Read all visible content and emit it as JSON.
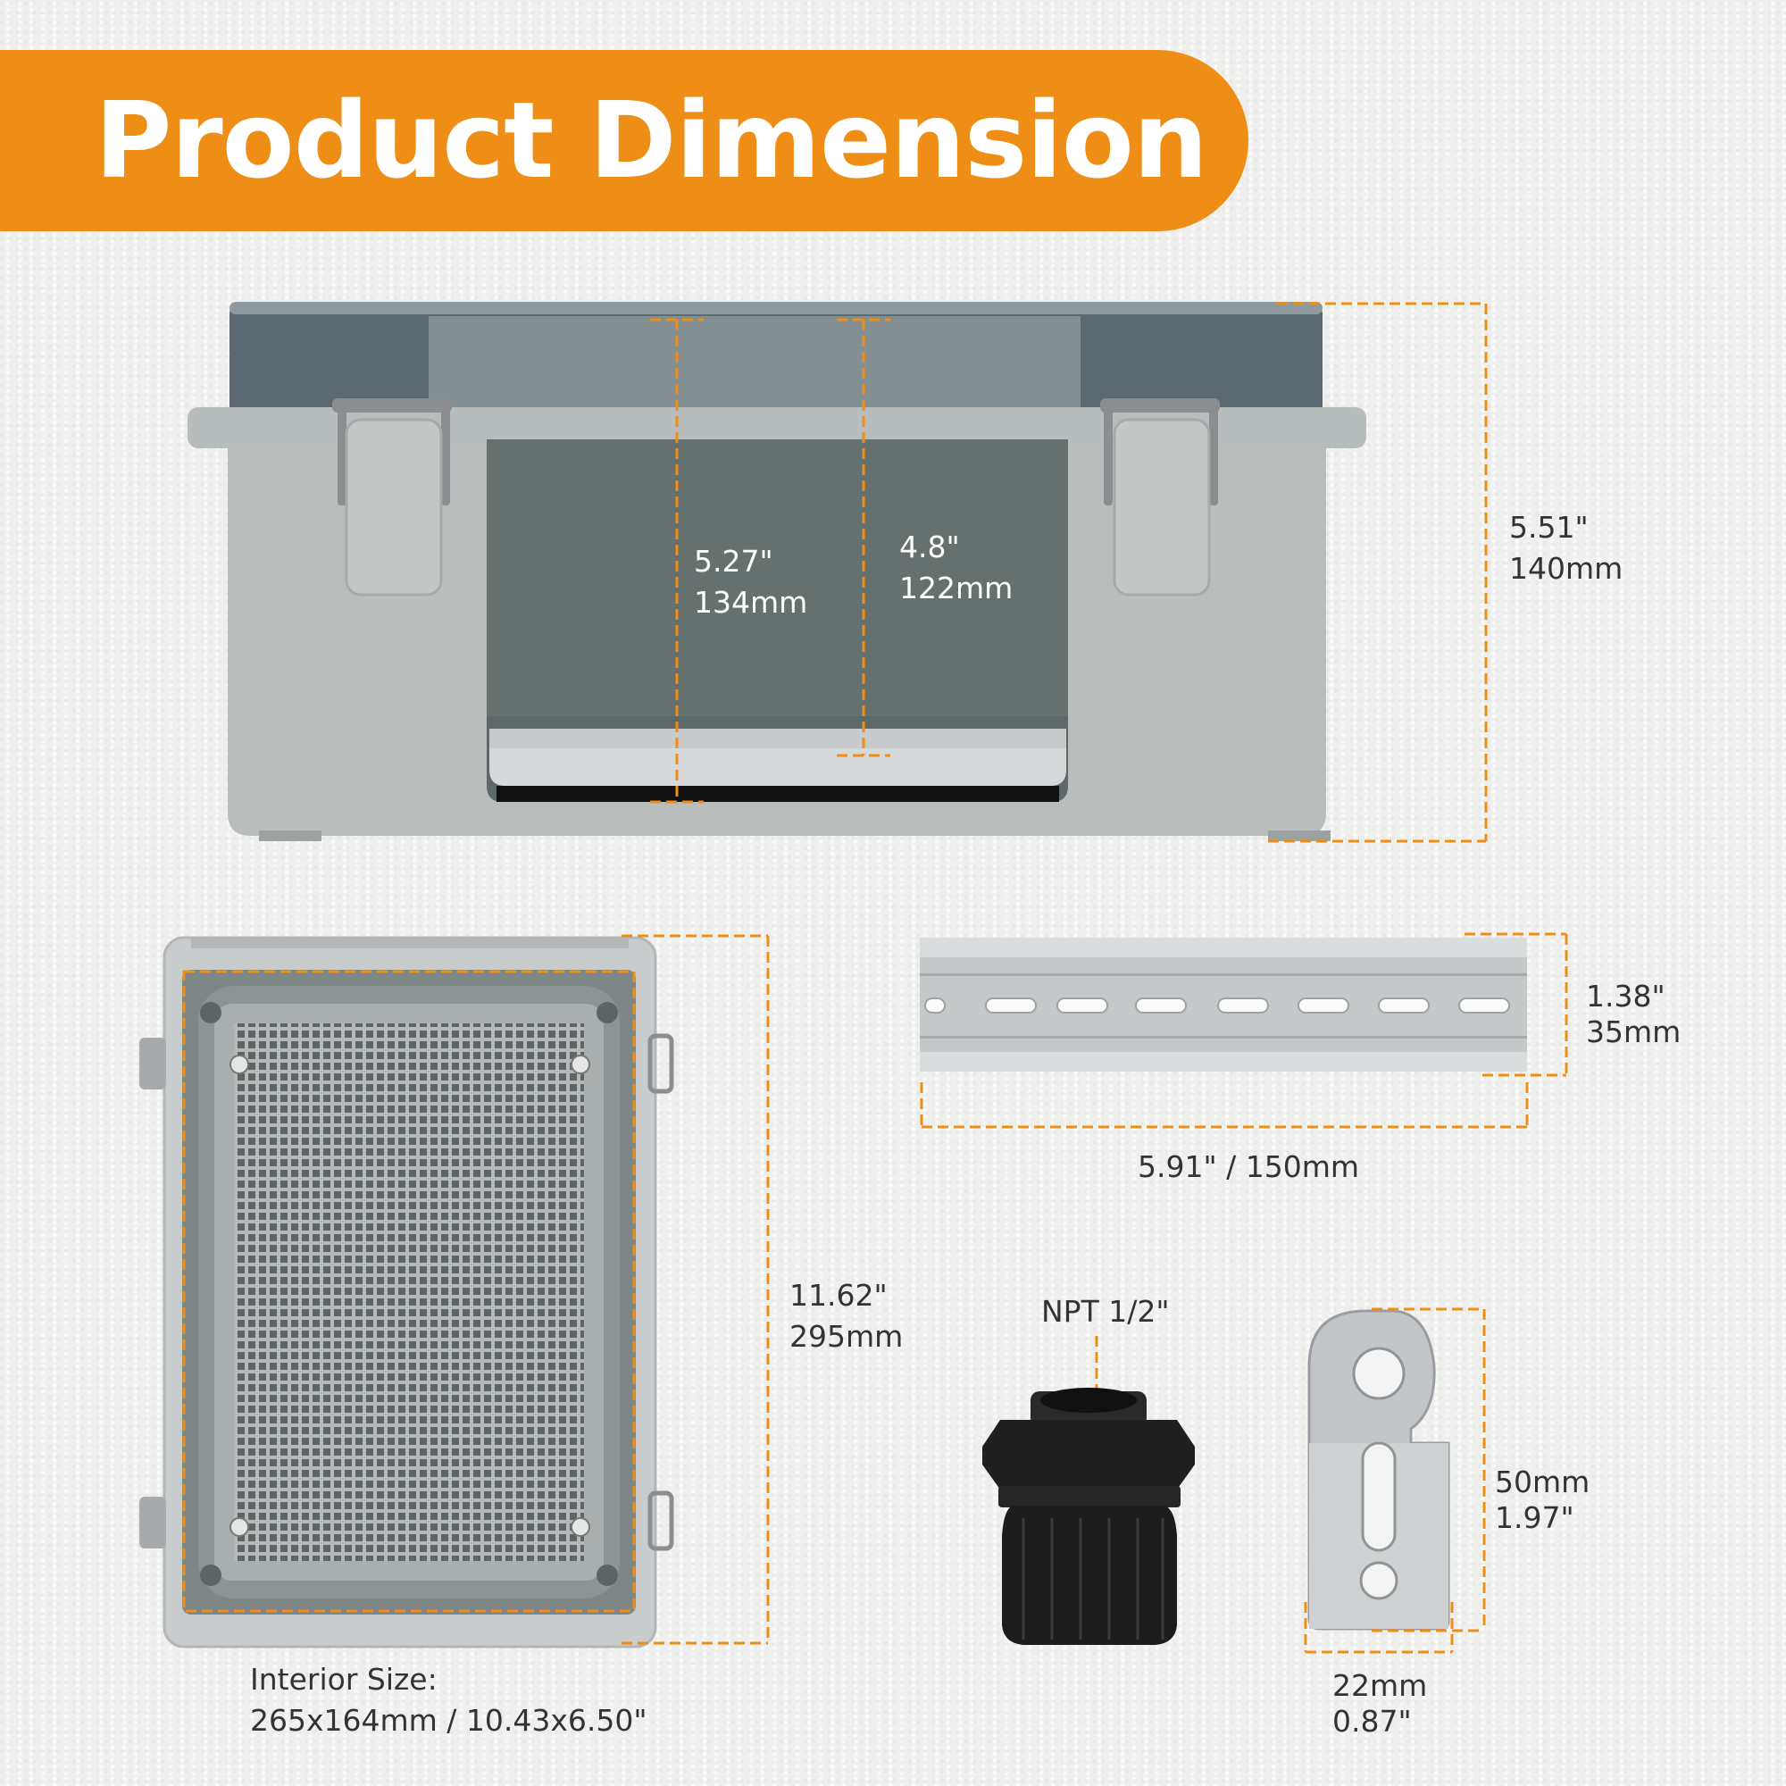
{
  "title": "Product Dimension",
  "colors": {
    "accent": "#ee8e16",
    "banner_text": "#ffffff"
  },
  "front_view": {
    "inner_depth_1": {
      "in": "5.27\"",
      "mm": "134mm"
    },
    "inner_depth_2": {
      "in": "4.8\"",
      "mm": "122mm"
    },
    "height": {
      "in": "5.51\"",
      "mm": "140mm"
    }
  },
  "top_view": {
    "length": {
      "in": "11.62\"",
      "mm": "295mm"
    },
    "interior_label": "Interior Size:",
    "interior_value": "265x164mm / 10.43x6.50\""
  },
  "din_rail": {
    "height": {
      "in": "1.38\"",
      "mm": "35mm"
    },
    "length": "5.91\" / 150mm"
  },
  "gland": {
    "label": "NPT 1/2\""
  },
  "bracket": {
    "height": {
      "mm": "50mm",
      "in": "1.97\""
    },
    "width": {
      "mm": "22mm",
      "in": "0.87\""
    }
  }
}
